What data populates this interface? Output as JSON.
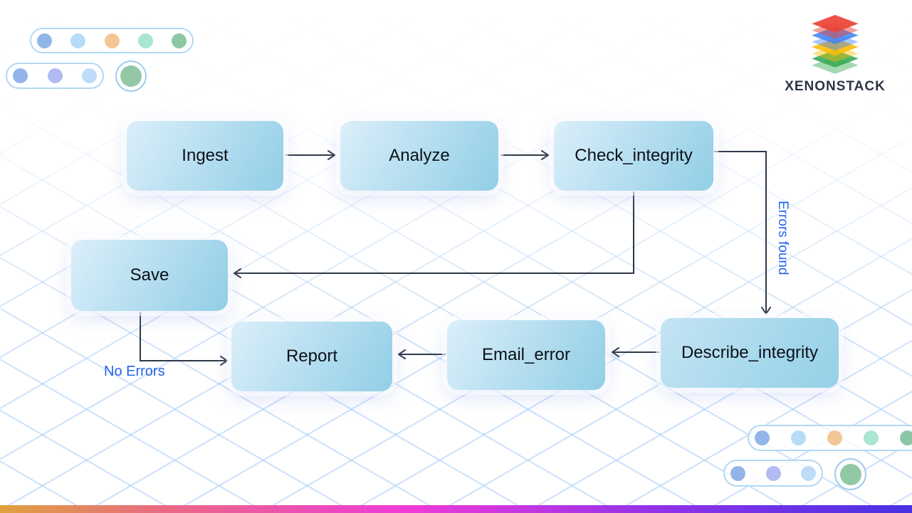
{
  "brand": {
    "name": "XENONSTACK",
    "stack_colors": [
      "#ea4335",
      "#4285f4",
      "#fbbc04",
      "#34a853"
    ],
    "text_color": "#2b3644"
  },
  "flowchart": {
    "nodes": {
      "ingest": "Ingest",
      "analyze": "Analyze",
      "check_integrity": "Check_integrity",
      "save": "Save",
      "report": "Report",
      "email_error": "Email_error",
      "describe_integrity": "Describe_integrity"
    },
    "edge_labels": {
      "errors_found": "Errors found",
      "no_errors": "No Errors"
    },
    "colors": {
      "node_fill_light": "#dceffa",
      "node_fill_dark": "#92cee6",
      "node_text": "#0d1117",
      "arrow": "#2e3947",
      "edge_label": "#2563eb"
    }
  },
  "decor": {
    "five_dot_palette": [
      "#92b6e9",
      "#b6ddf6",
      "#f3c795",
      "#a9e6d4",
      "#8bc7a5"
    ],
    "three_dot_palette": [
      "#92b4e9",
      "#b1bbf1",
      "#bedcf8"
    ],
    "single_dot": [
      "#93c8a6"
    ],
    "grid_line_color": "#d7e6f7",
    "footer_gradient": [
      "#dfa23c",
      "#e96a85",
      "#ee3bd9",
      "#9232e8",
      "#4632e2"
    ]
  }
}
